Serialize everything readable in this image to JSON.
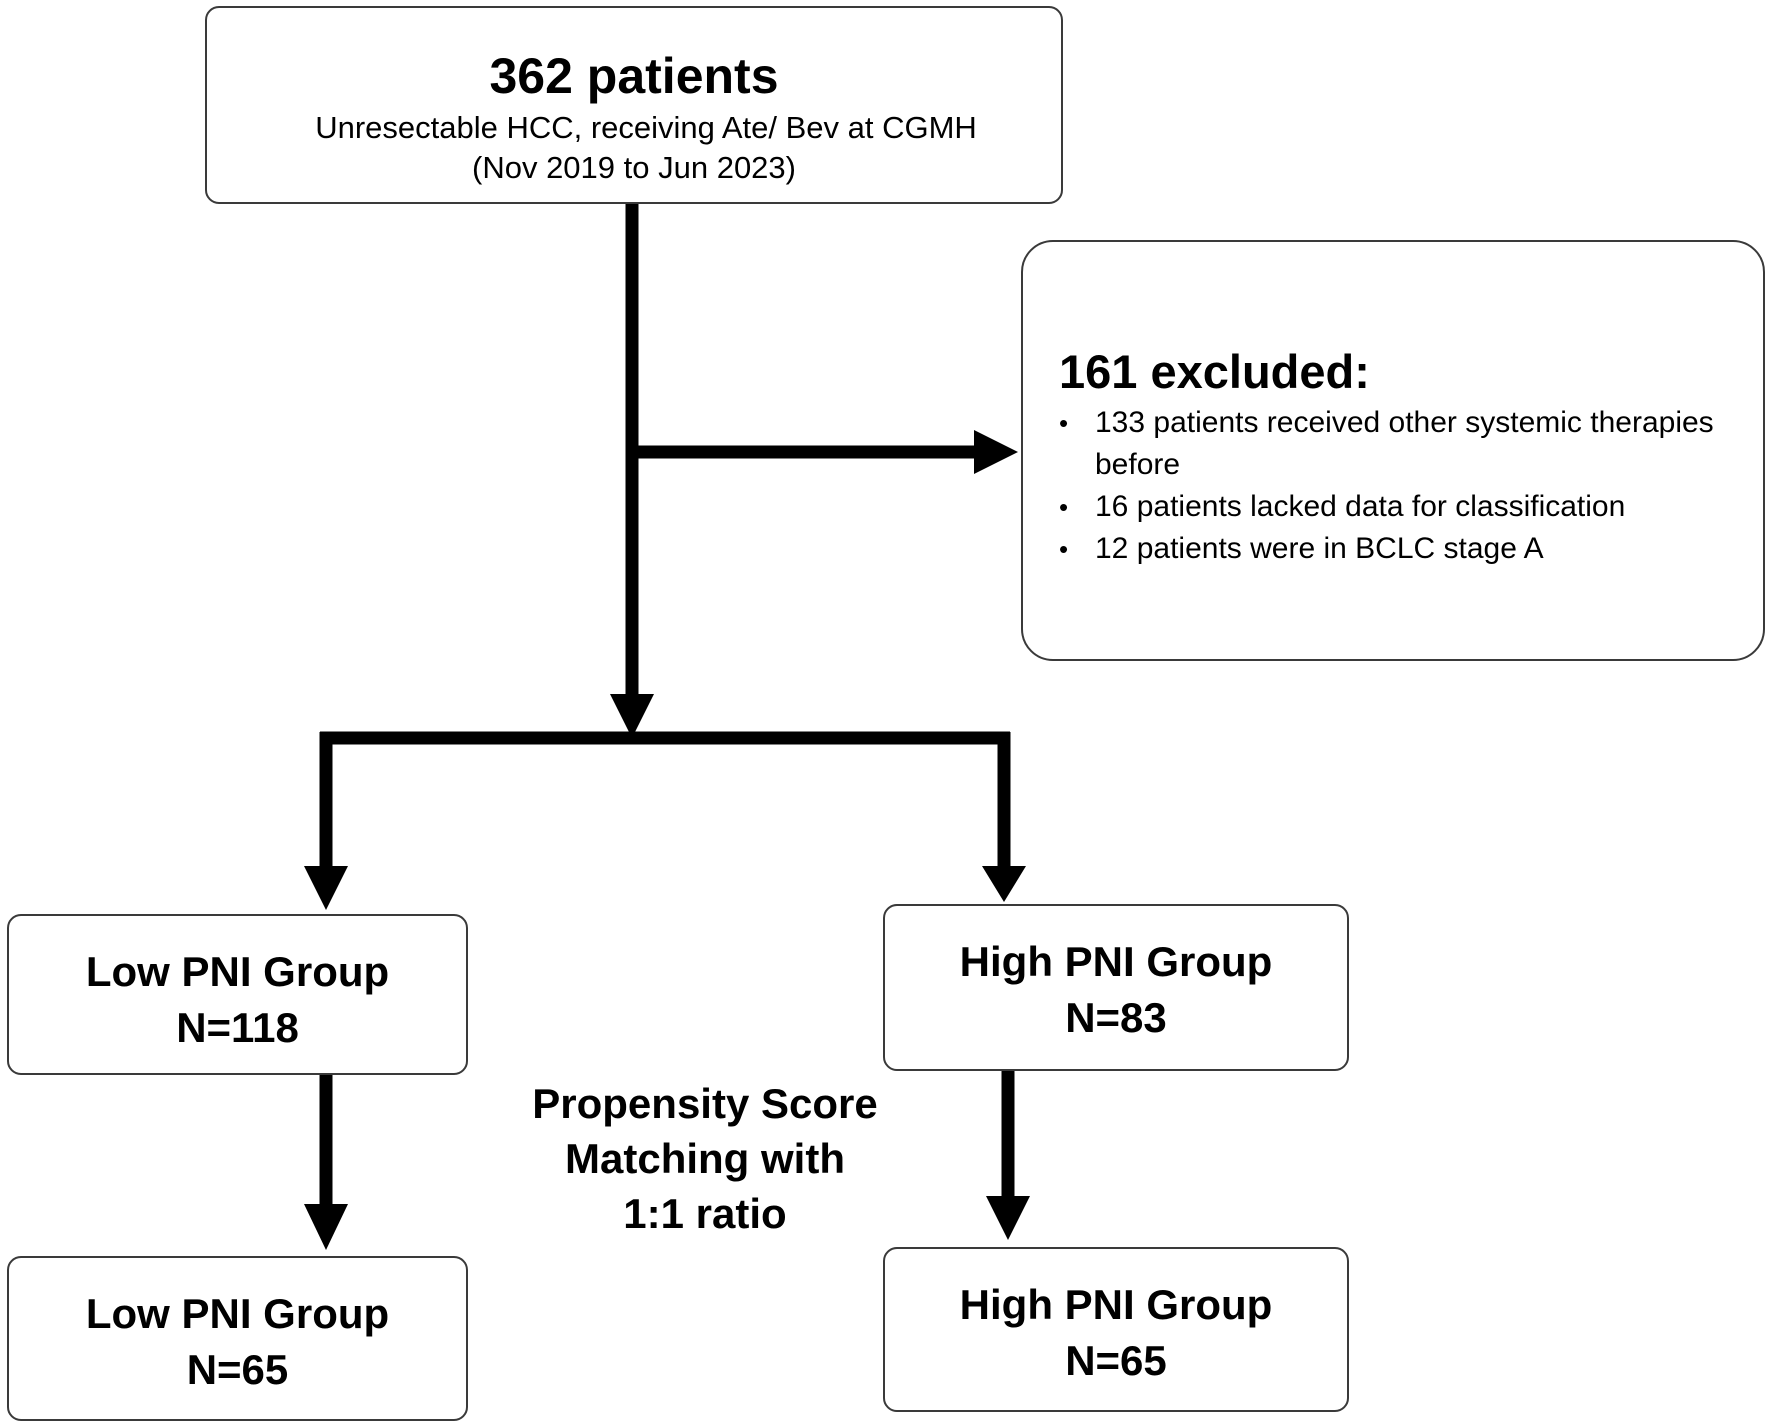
{
  "top_box": {
    "title": "362 patients",
    "line1": "Unresectable HCC, receiving Ate/ Bev at CGMH",
    "line2": "(Nov 2019 to Jun 2023)"
  },
  "exclusion_box": {
    "title": "161 excluded:",
    "items": [
      "133 patients received other systemic therapies before",
      "16 patients lacked data for classification",
      "12 patients were in BCLC stage A"
    ]
  },
  "low_group_before": {
    "label": "Low PNI Group",
    "count": "N=118"
  },
  "high_group_before": {
    "label": "High PNI Group",
    "count": "N=83"
  },
  "matching_note": {
    "line1": "Propensity Score",
    "line2": "Matching with",
    "line3": "1:1 ratio"
  },
  "low_group_after": {
    "label": "Low PNI Group",
    "count": "N=65"
  },
  "high_group_after": {
    "label": "High PNI Group",
    "count": "N=65"
  },
  "colors": {
    "arrow": "#000000",
    "box_border": "#3a3a3a"
  }
}
